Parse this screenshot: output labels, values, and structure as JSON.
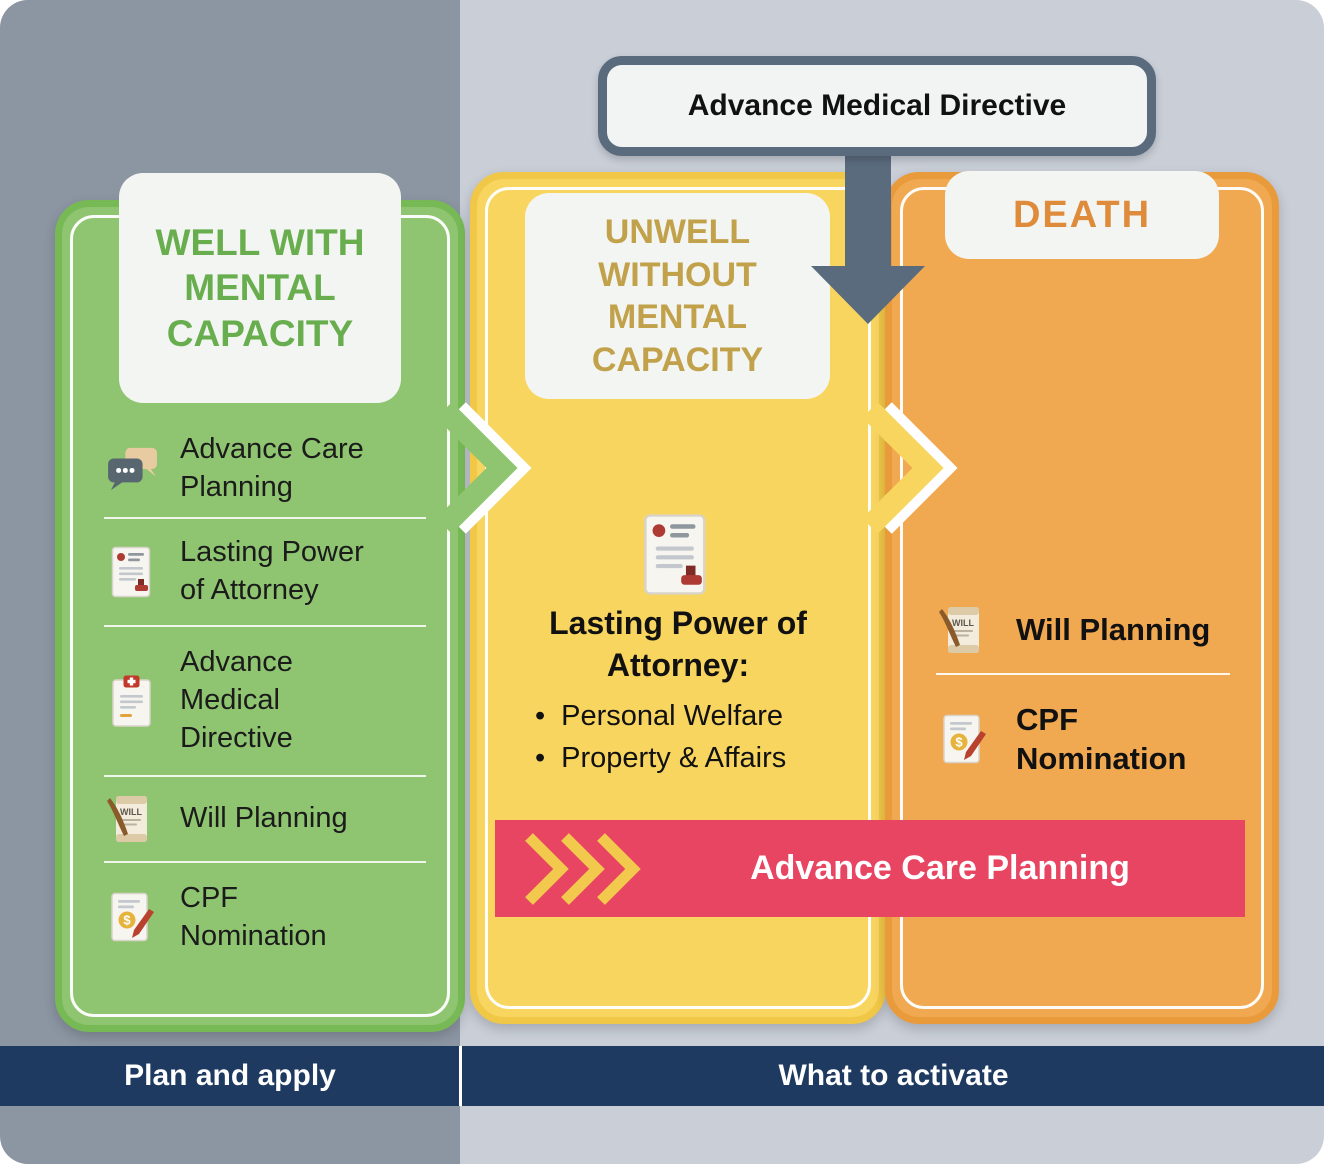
{
  "callout": {
    "label": "Advance Medical Directive"
  },
  "columns": {
    "well": {
      "header": "WELL WITH\nMENTAL\nCAPACITY",
      "items": [
        {
          "icon": "speech-bubbles-icon",
          "label": "Advance Care\nPlanning"
        },
        {
          "icon": "document-stamp-icon",
          "label": "Lasting Power\nof Attorney"
        },
        {
          "icon": "medical-document-icon",
          "label": "Advance\nMedical\nDirective"
        },
        {
          "icon": "will-quill-icon",
          "label": "Will Planning"
        },
        {
          "icon": "cpf-dollar-icon",
          "label": "CPF\nNomination"
        }
      ]
    },
    "unwell": {
      "header": "UNWELL\nWITHOUT\nMENTAL\nCAPACITY",
      "icon": "document-stamp-icon",
      "title": "Lasting Power of\nAttorney:",
      "bullets": [
        "Personal Welfare",
        "Property & Affairs"
      ]
    },
    "death": {
      "header": "DEATH",
      "items": [
        {
          "icon": "will-quill-icon",
          "label": "Will Planning"
        },
        {
          "icon": "cpf-dollar-icon",
          "label": "CPF\nNomination"
        }
      ]
    }
  },
  "banner": {
    "label": "Advance Care Planning"
  },
  "footer": {
    "left_label": "Plan and apply",
    "right_label": "What to activate"
  },
  "colors": {
    "green": "#8FC571",
    "yellow": "#F8D55F",
    "orange": "#F0A851",
    "pink_banner": "#E84563",
    "slate_arrow": "#5A6B7E",
    "footer_navy": "#1E3A60"
  }
}
